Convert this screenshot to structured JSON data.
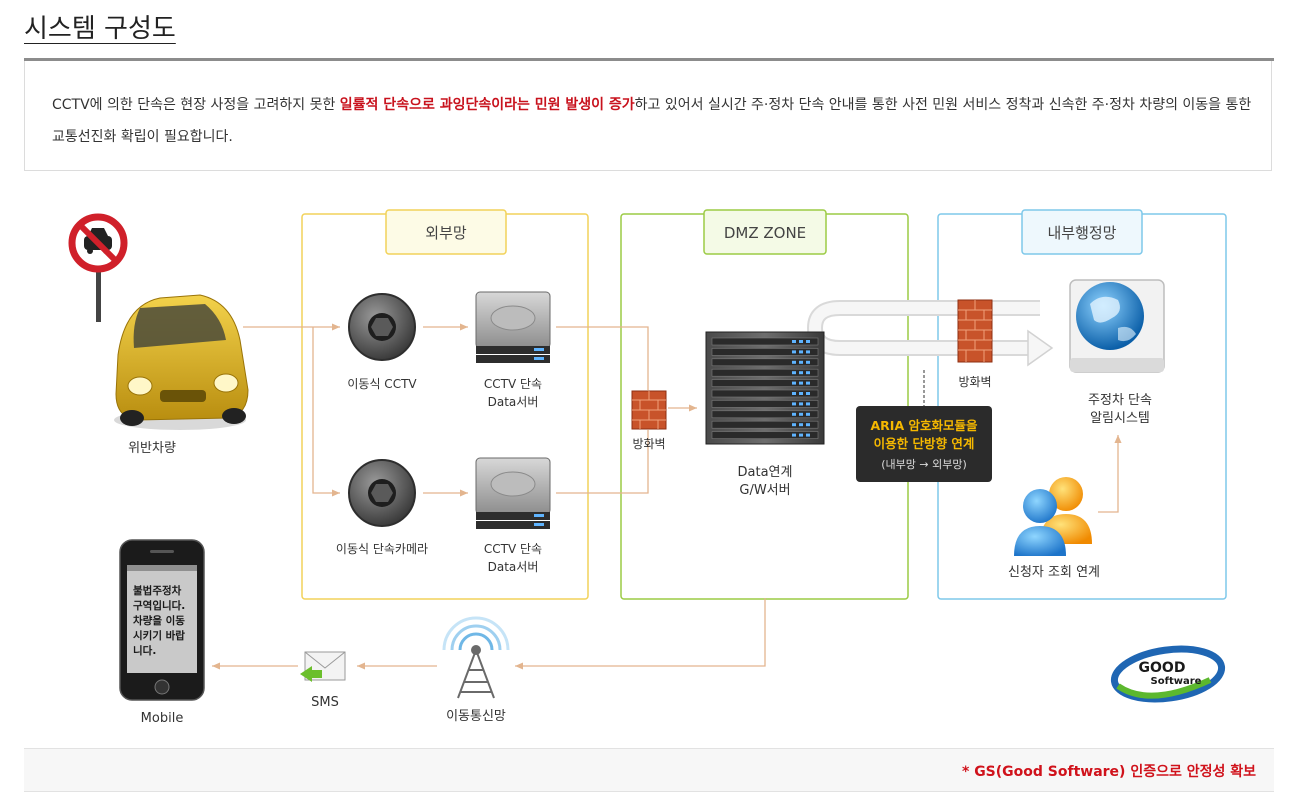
{
  "page": {
    "title": "시스템 구성도",
    "intro": {
      "before": "CCTV에 의한 단속은 현장 사정을 고려하지 못한 ",
      "highlight": "일률적 단속으로 과잉단속이라는 민원 발생이 증가",
      "after": "하고 있어서 실시간 주·정차 단속 안내를 통한 사전 민원 서비스 정착과 신속한 주·정차 차량의 이동을 통한 교통선진화 확립이 필요합니다."
    },
    "footer_note": "* GS(Good Software) 인증으로 안정성 확보"
  },
  "diagram": {
    "zones": {
      "external": "외부망",
      "dmz": "DMZ ZONE",
      "internal": "내부행정망"
    },
    "nodes": {
      "vehicle": "위반차량",
      "mobile_cctv": "이동식 CCTV",
      "mobile_camera": "이동식 단속카메라",
      "server1_line1": "CCTV 단속",
      "server1_line2": "Data서버",
      "server2_line1": "CCTV 단속",
      "server2_line2": "Data서버",
      "firewall1": "방화벽",
      "gw_line1": "Data연계",
      "gw_line2": "G/W서버",
      "firewall2": "방화벽",
      "notify_line1": "주정차 단속",
      "notify_line2": "알림시스템",
      "applicant": "신청자 조회 연계",
      "mobile": "Mobile",
      "sms": "SMS",
      "network": "이동통신망"
    },
    "aria": {
      "line1": "ARIA 암호화모듈을",
      "line2": "이용한 단방향 연계",
      "line3": "(내부망 → 외부망)"
    },
    "phone_screen": [
      "불법주정차",
      "구역입니다.",
      "차량을 이동",
      "시키기 바랍",
      "니다."
    ],
    "logo": {
      "line1": "GOOD",
      "line2": "Software"
    },
    "colors": {
      "external_border": "#f2d25a",
      "dmz_border": "#9ccb45",
      "internal_border": "#7ec8ea",
      "arrow": "#e3b58f",
      "aria_bg": "#2b2b2b",
      "aria_text": "#f5b800",
      "highlight": "#c8121d"
    },
    "icons": [
      "no-parking-sign-icon",
      "yellow-car-icon",
      "camera-icon",
      "server-icon",
      "firewall-brick-icon",
      "server-rack-icon",
      "globe-monitor-icon",
      "users-icon",
      "mobile-phone-icon",
      "envelope-icon",
      "antenna-tower-icon"
    ]
  }
}
